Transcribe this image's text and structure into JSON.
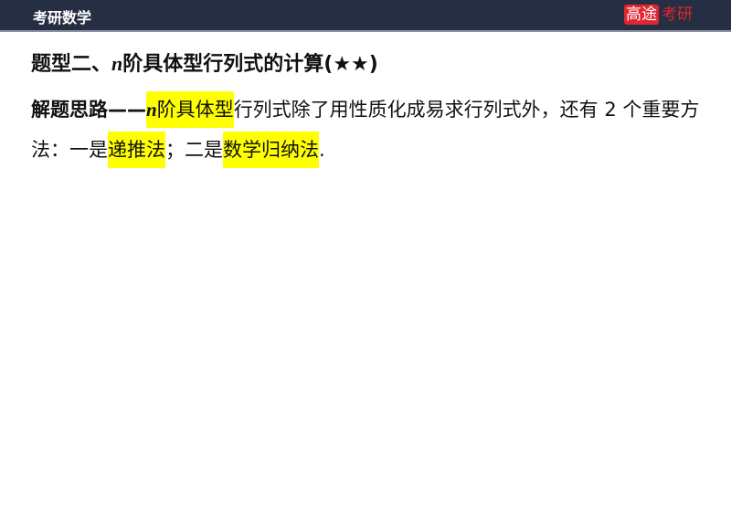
{
  "header": {
    "course": "考研数学",
    "logo_box": "高途",
    "logo_text": "考研",
    "brand_color": "#e0262f",
    "bar_color": "#262e44"
  },
  "title": {
    "prefix": "题型二、",
    "var": "n",
    "suffix": "阶具体型行列式的计算(★★)"
  },
  "body": {
    "label": "解题思路——",
    "var": "n",
    "hl1": "阶具体型",
    "text1": "行列式除了用性质化成易求行列式外，还有 2 个重要方法：一是",
    "hl2": "递推法",
    "text2": "；二是",
    "hl3": "数学归纳法",
    "text3": ".",
    "highlight_color": "#ffff00"
  }
}
